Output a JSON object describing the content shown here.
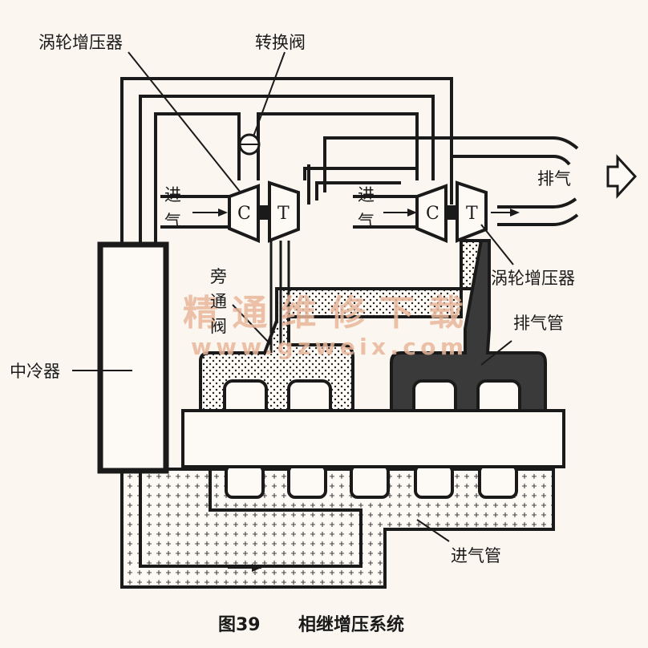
{
  "labels": {
    "turbo_left": "涡轮增压器",
    "switch_valve": "转换阀",
    "intake_left_1": "进",
    "intake_left_2": "气",
    "compressor_left": "C",
    "turbine_left": "T",
    "intake_right_1": "进",
    "intake_right_2": "气",
    "compressor_right": "C",
    "turbine_right": "T",
    "exhaust": "排气",
    "turbo_right": "涡轮增压器",
    "bypass_1": "旁",
    "bypass_2": "通",
    "bypass_3": "阀",
    "exhaust_manifold": "排气管",
    "intercooler": "中冷器",
    "intake_manifold": "进气管"
  },
  "watermark": {
    "line1": "精通维修下载",
    "line2": "www.gzweix.com"
  },
  "caption": {
    "figure_no": "图39",
    "title": "相继增压系统"
  }
}
